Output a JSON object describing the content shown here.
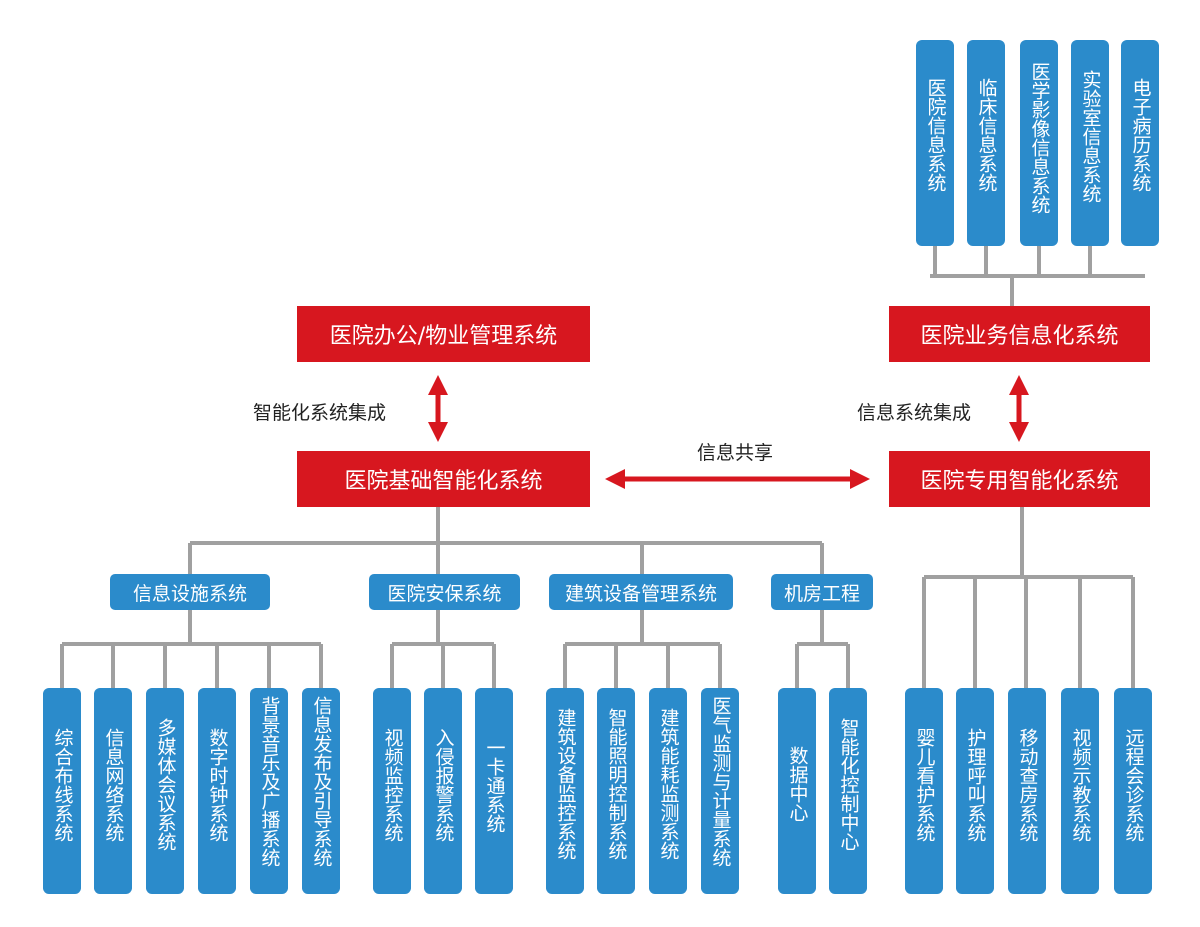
{
  "colors": {
    "red": "#d7171f",
    "blue": "#2b8bcb",
    "line": "#a0a0a0"
  },
  "top_systems": [
    "医院信息系统",
    "临床信息系统",
    "医学影像信息系统",
    "实验室信息系统",
    "电子病历系统"
  ],
  "office_system": "医院办公/物业管理系统",
  "business_system": "医院业务信息化系统",
  "integration_left": "智能化系统集成",
  "integration_right": "信息系统集成",
  "sharing": "信息共享",
  "basic_system": "医院基础智能化系统",
  "special_system": "医院专用智能化系统",
  "groups": [
    {
      "label": "信息设施系统",
      "items": [
        "综合布线系统",
        "信息网络系统",
        "多媒体会议系统",
        "数字时钟系统",
        "背景音乐及广播系统",
        "信息发布及引导系统"
      ]
    },
    {
      "label": "医院安保系统",
      "items": [
        "视频监控系统",
        "入侵报警系统",
        "一卡通系统"
      ]
    },
    {
      "label": "建筑设备管理系统",
      "items": [
        "建筑设备监控系统",
        "智能照明控制系统",
        "建筑能耗监测系统",
        "医气监测与计量系统"
      ]
    },
    {
      "label": "机房工程",
      "items": [
        "数据中心",
        "智能化控制中心"
      ]
    }
  ],
  "special_items": [
    "婴儿看护系统",
    "护理呼叫系统",
    "移动查房系统",
    "视频示教系统",
    "远程会诊系统"
  ]
}
